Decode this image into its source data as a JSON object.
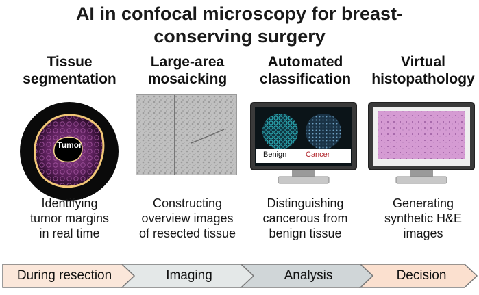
{
  "title": "AI in confocal microscopy for breast-\nconserving surgery",
  "columns": [
    {
      "heading": "Tissue\nsegmentation",
      "image_label": "Tumor",
      "description": "Identifying\ntumor margins\nin real time",
      "icon": "tumor-margin-icon"
    },
    {
      "heading": "Large-area\nmosaicking",
      "description": "Constructing\noverview images\nof resected tissue",
      "icon": "mosaic-icon"
    },
    {
      "heading": "Automated\nclassification",
      "labels": {
        "benign": "Benign",
        "cancer": "Cancer"
      },
      "description": "Distinguishing\ncancerous from\nbenign tissue",
      "icon": "classification-monitor-icon"
    },
    {
      "heading": "Virtual\nhistopathology",
      "description": "Generating\nsynthetic H&E\nimages",
      "icon": "he-monitor-icon"
    }
  ],
  "workflow": [
    {
      "label": "During resection",
      "color": "#fbe7da"
    },
    {
      "label": "Imaging",
      "color": "#e4e8e8"
    },
    {
      "label": "Analysis",
      "color": "#d0d6d8"
    },
    {
      "label": "Decision",
      "color": "#fbe0cf"
    }
  ],
  "colors": {
    "tumor_outline": "#f1c676",
    "cancer_text": "#b0232a",
    "he_pink": "#d59bd3",
    "benign_cells": "#2fb8c0"
  }
}
